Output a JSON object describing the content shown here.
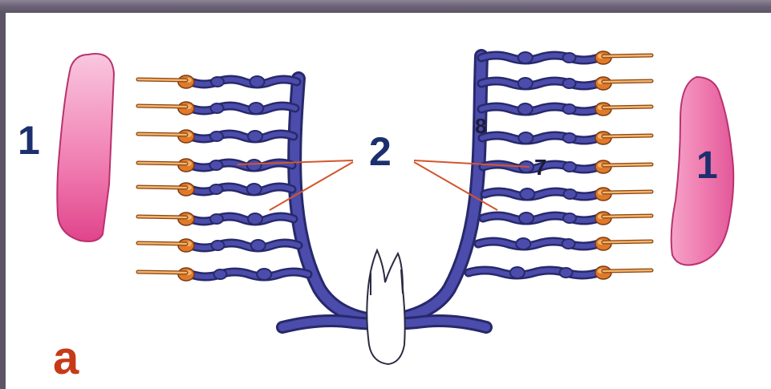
{
  "labels": {
    "one_left": "1",
    "one_right": "1",
    "two": "2",
    "a": "a",
    "eight": "8",
    "seven": "7"
  },
  "colors": {
    "pink_fill": "#f07cb0",
    "pink_light": "#f9c7df",
    "pink_edge": "#b9326f",
    "blue": "#4b4cab",
    "blue_dark": "#27296b",
    "orange": "#e07a2a",
    "orange_light": "#f2b36a",
    "label_blue": "#1d2f6e",
    "label_red": "#c63a1a",
    "line_red": "#d3562e",
    "frame": "#5d5468"
  }
}
